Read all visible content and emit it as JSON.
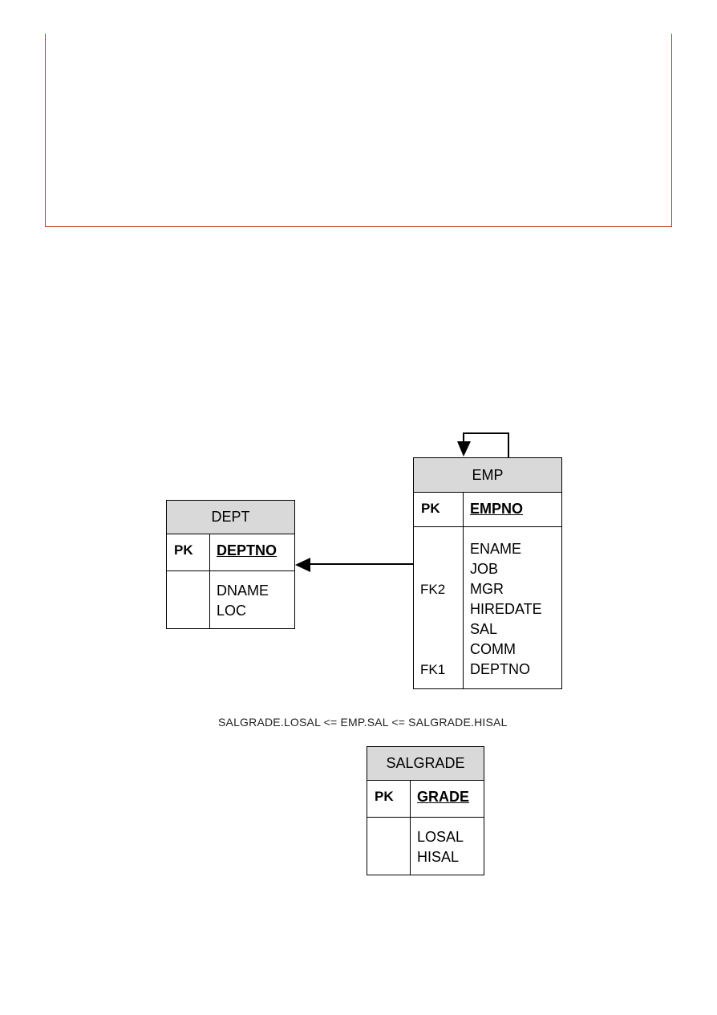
{
  "entities": {
    "dept": {
      "name": "DEPT",
      "pk_label": "PK",
      "pk_field": "DEPTNO",
      "fk_labels": [
        "",
        ""
      ],
      "attributes": [
        "DNAME",
        "LOC"
      ]
    },
    "emp": {
      "name": "EMP",
      "pk_label": "PK",
      "pk_field": "EMPNO",
      "fk_labels": [
        "",
        "",
        "FK2",
        "",
        "",
        "",
        "FK1"
      ],
      "attributes": [
        "ENAME",
        "JOB",
        "MGR",
        "HIREDATE",
        "SAL",
        "COMM",
        "DEPTNO"
      ]
    },
    "salgrade": {
      "name": "SALGRADE",
      "pk_label": "PK",
      "pk_field": "GRADE",
      "fk_labels": [
        "",
        ""
      ],
      "attributes": [
        "LOSAL",
        "HISAL"
      ]
    }
  },
  "constraint_text": "SALGRADE.LOSAL <= EMP.SAL <= SALGRADE.HISAL",
  "colors": {
    "frame_border": "#c0392b",
    "header_fill": "#d9d9d9",
    "line": "#000000"
  }
}
